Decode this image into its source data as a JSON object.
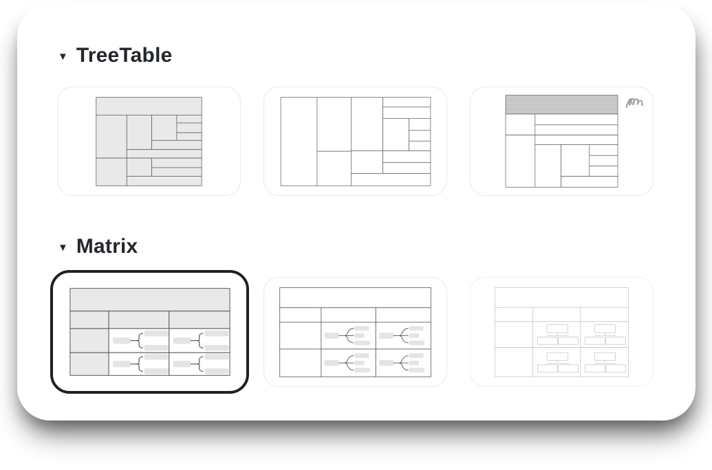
{
  "colors": {
    "panel_bg": "#ffffff",
    "heading_text": "#23262b",
    "card_border": "#e8e8e8",
    "selected_border": "#1d2126",
    "cell_fill": "#e9e9e9",
    "cell_stroke": "#5f5f5f",
    "header_band_fill": "#c9c9c9",
    "pill_fill": "#e4e4e4",
    "faded_stroke": "#c4c4c4",
    "brand_mark": "#9e9e9e"
  },
  "sections": [
    {
      "label": "TreeTable",
      "collapse_icon": "▼",
      "expanded": true,
      "items": [
        {
          "name": "treetable-filled-style",
          "selected": false
        },
        {
          "name": "treetable-outline-style",
          "selected": false
        },
        {
          "name": "treetable-sketch-style",
          "selected": false,
          "has_brand_mark": true
        }
      ]
    },
    {
      "label": "Matrix",
      "collapse_icon": "▼",
      "expanded": true,
      "items": [
        {
          "name": "matrix-filled-style",
          "selected": true
        },
        {
          "name": "matrix-outline-style",
          "selected": false
        },
        {
          "name": "matrix-orgchart-style",
          "selected": false
        }
      ]
    }
  ]
}
